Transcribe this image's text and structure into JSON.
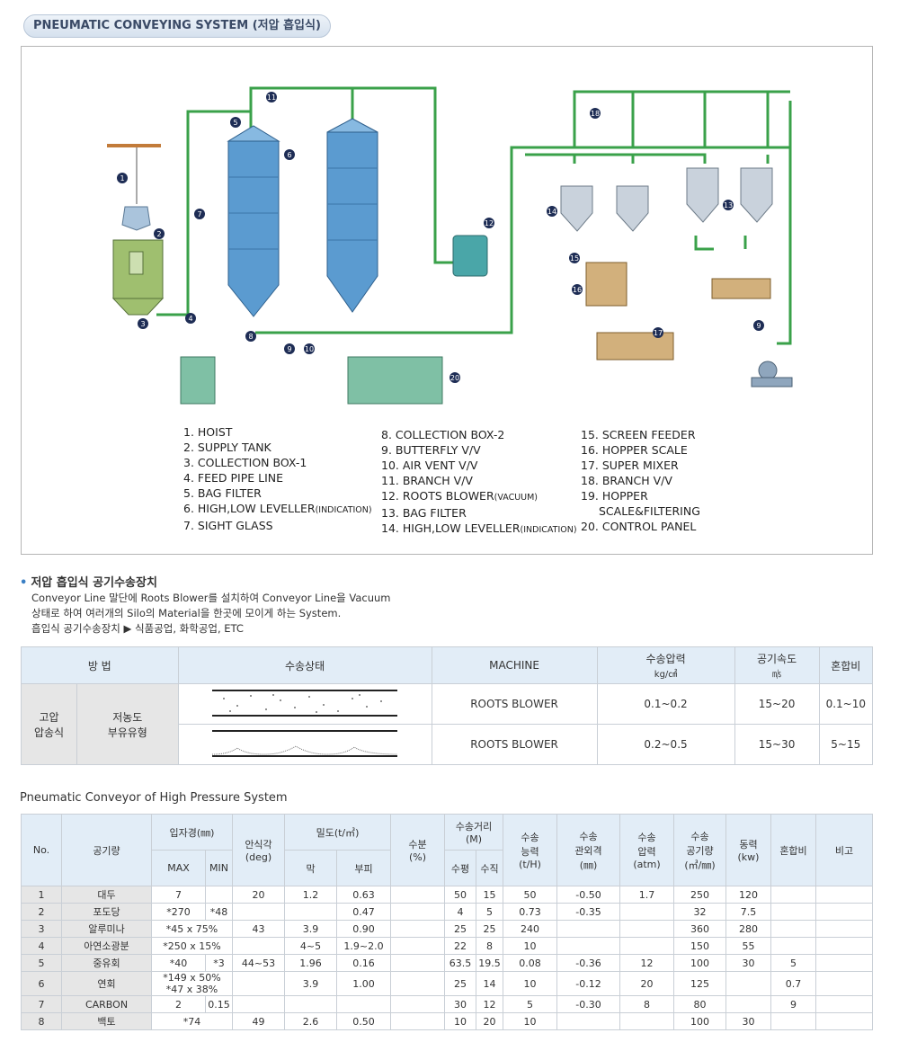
{
  "page_title": "PNEUMATIC CONVEYING SYSTEM (저압 흡입식)",
  "diagram_legend": {
    "col1": [
      "1. HOIST",
      "2. SUPPLY TANK",
      "3. COLLECTION BOX-1",
      "4. FEED PIPE LINE",
      "5. BAG FILTER",
      "6. HIGH,LOW LEVELLER",
      "7. SIGHT GLASS"
    ],
    "col1_note6": "(INDICATION)",
    "col2": [
      "8. COLLECTION BOX-2",
      "9. BUTTERFLY V/V",
      "10. AIR VENT V/V",
      "11. BRANCH V/V",
      "12. ROOTS BLOWER",
      "13. BAG FILTER",
      "14. HIGH,LOW LEVELLER"
    ],
    "col2_note12": "(VACUUM)",
    "col2_note14": "(INDICATION)",
    "col3": [
      "15. SCREEN FEEDER",
      "16. HOPPER SCALE",
      "17. SUPER MIXER",
      "18. BRANCH V/V",
      "19. HOPPER",
      "SCALE&FILTERING",
      "20. CONTROL PANEL"
    ]
  },
  "section": {
    "heading": "저압 흡입식 공기수송장치",
    "line1": "Conveyor Line 말단에 Roots Blower를 설치하여 Conveyor Line을 Vacuum",
    "line2": "상태로 하여 여러개의 Silo의 Material을 한곳에 모이게 하는 System.",
    "line3": "흡입식 공기수송장치 ▶ 식품공업, 화학공업, ETC"
  },
  "table1": {
    "headers": [
      "방 법",
      "수송상태",
      "MACHINE",
      "수송압력",
      "kg/㎠",
      "공기속도",
      "㎧",
      "혼합비"
    ],
    "method_main": [
      "고압",
      "압송식"
    ],
    "method_sub": [
      "저농도",
      "부유유형"
    ],
    "rows": [
      {
        "machine": "ROOTS BLOWER",
        "pressure": "0.1~0.2",
        "speed": "15~20",
        "ratio": "0.1~10"
      },
      {
        "machine": "ROOTS BLOWER",
        "pressure": "0.2~0.5",
        "speed": "15~30",
        "ratio": "5~15"
      }
    ]
  },
  "table2": {
    "title": "Pneumatic Conveyor of High Pressure System",
    "headers": {
      "no": "No.",
      "air": "공기량",
      "particle": "입자경(㎜)",
      "max": "MAX",
      "min": "MIN",
      "angle": "안식각",
      "angle_unit": "(deg)",
      "density": "밀도(t/㎥)",
      "d1": "막",
      "d2": "부피",
      "moist": "수분",
      "moist_unit": "(%)",
      "dist": "수송거리",
      "dist_unit": "(M)",
      "h": "수평",
      "v": "수직",
      "cap": "수송",
      "cap2": "능력",
      "cap_unit": "(t/H)",
      "pipe": "수송",
      "pipe2": "관외격",
      "pipe_unit": "(㎜)",
      "press": "수송",
      "press2": "압력",
      "press_unit": "(atm)",
      "airq": "수송",
      "airq2": "공기량",
      "airq_unit": "(㎥/㎜)",
      "power": "동력",
      "power_unit": "(kw)",
      "mix": "혼합비",
      "note": "비고"
    },
    "rows": [
      {
        "no": "1",
        "name": "대두",
        "max": "7",
        "min": "",
        "angle": "20",
        "d1": "1.2",
        "d2": "0.63",
        "moist": "",
        "h": "50",
        "v": "15",
        "cap": "50",
        "pipe": "-0.50",
        "press": "1.7",
        "airq": "250",
        "power": "120",
        "mix": "",
        "note": ""
      },
      {
        "no": "2",
        "name": "포도당",
        "max": "*270",
        "min": "*48",
        "angle": "",
        "d1": "",
        "d2": "0.47",
        "moist": "",
        "h": "4",
        "v": "5",
        "cap": "0.73",
        "pipe": "-0.35",
        "press": "",
        "airq": "32",
        "power": "7.5",
        "mix": "",
        "note": ""
      },
      {
        "no": "3",
        "name": "알루미나",
        "maxmin": "*45 x 75%",
        "angle": "43",
        "d1": "3.9",
        "d2": "0.90",
        "moist": "",
        "h": "25",
        "v": "25",
        "cap": "240",
        "pipe": "",
        "press": "",
        "airq": "360",
        "power": "280",
        "mix": "",
        "note": ""
      },
      {
        "no": "4",
        "name": "아연소광분",
        "maxmin": "*250 x 15%",
        "angle": "",
        "d1": "4~5",
        "d2": "1.9~2.0",
        "moist": "",
        "h": "22",
        "v": "8",
        "cap": "10",
        "pipe": "",
        "press": "",
        "airq": "150",
        "power": "55",
        "mix": "",
        "note": ""
      },
      {
        "no": "5",
        "name": "중유회",
        "max": "*40",
        "min": "*3",
        "angle": "44~53",
        "d1": "1.96",
        "d2": "0.16",
        "moist": "",
        "h": "63.5",
        "v": "19.5",
        "cap": "0.08",
        "pipe": "-0.36",
        "press": "12",
        "airq": "100",
        "power": "30",
        "mix": "5",
        "note": ""
      },
      {
        "no": "6",
        "name": "연회",
        "maxmin": "*149 x 50%",
        "maxmin2": "*47 x 38%",
        "angle": "",
        "d1": "3.9",
        "d2": "1.00",
        "moist": "",
        "h": "25",
        "v": "14",
        "cap": "10",
        "pipe": "-0.12",
        "press": "20",
        "airq": "125",
        "power": "",
        "mix": "0.7",
        "note": ""
      },
      {
        "no": "7",
        "name": "CARBON",
        "max": "2",
        "min": "0.15",
        "angle": "",
        "d1": "",
        "d2": "",
        "moist": "",
        "h": "30",
        "v": "12",
        "cap": "5",
        "pipe": "-0.30",
        "press": "8",
        "airq": "80",
        "power": "",
        "mix": "9",
        "note": ""
      },
      {
        "no": "8",
        "name": "백토",
        "maxmin": "*74",
        "angle": "49",
        "d1": "2.6",
        "d2": "0.50",
        "moist": "",
        "h": "10",
        "v": "20",
        "cap": "10",
        "pipe": "",
        "press": "",
        "airq": "100",
        "power": "30",
        "mix": "",
        "note": ""
      }
    ]
  },
  "colors": {
    "pipe": "#3aa14a",
    "silo": "#5b9bd0",
    "tank": "#9fbf6f",
    "header": "#e2edf7",
    "grey": "#e6e6e6"
  }
}
